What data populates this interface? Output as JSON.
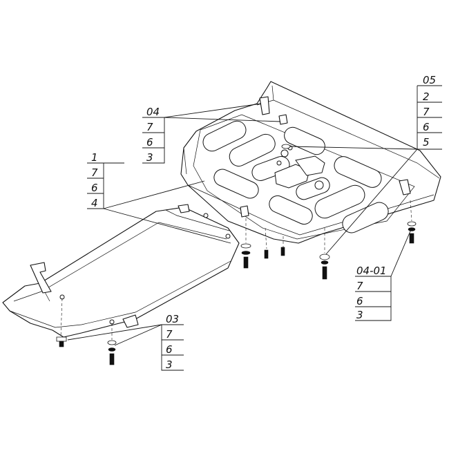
{
  "callouts": [
    {
      "id": "c04",
      "items": [
        "04",
        "7",
        "6",
        "3"
      ]
    },
    {
      "id": "c1",
      "items": [
        "1",
        "7",
        "6",
        "4"
      ]
    },
    {
      "id": "c05",
      "items": [
        "05",
        "2",
        "7",
        "6",
        "5"
      ]
    },
    {
      "id": "c0401",
      "items": [
        "04-01",
        "7",
        "6",
        "3"
      ]
    },
    {
      "id": "c03",
      "items": [
        "03",
        "7",
        "6",
        "3"
      ]
    }
  ]
}
